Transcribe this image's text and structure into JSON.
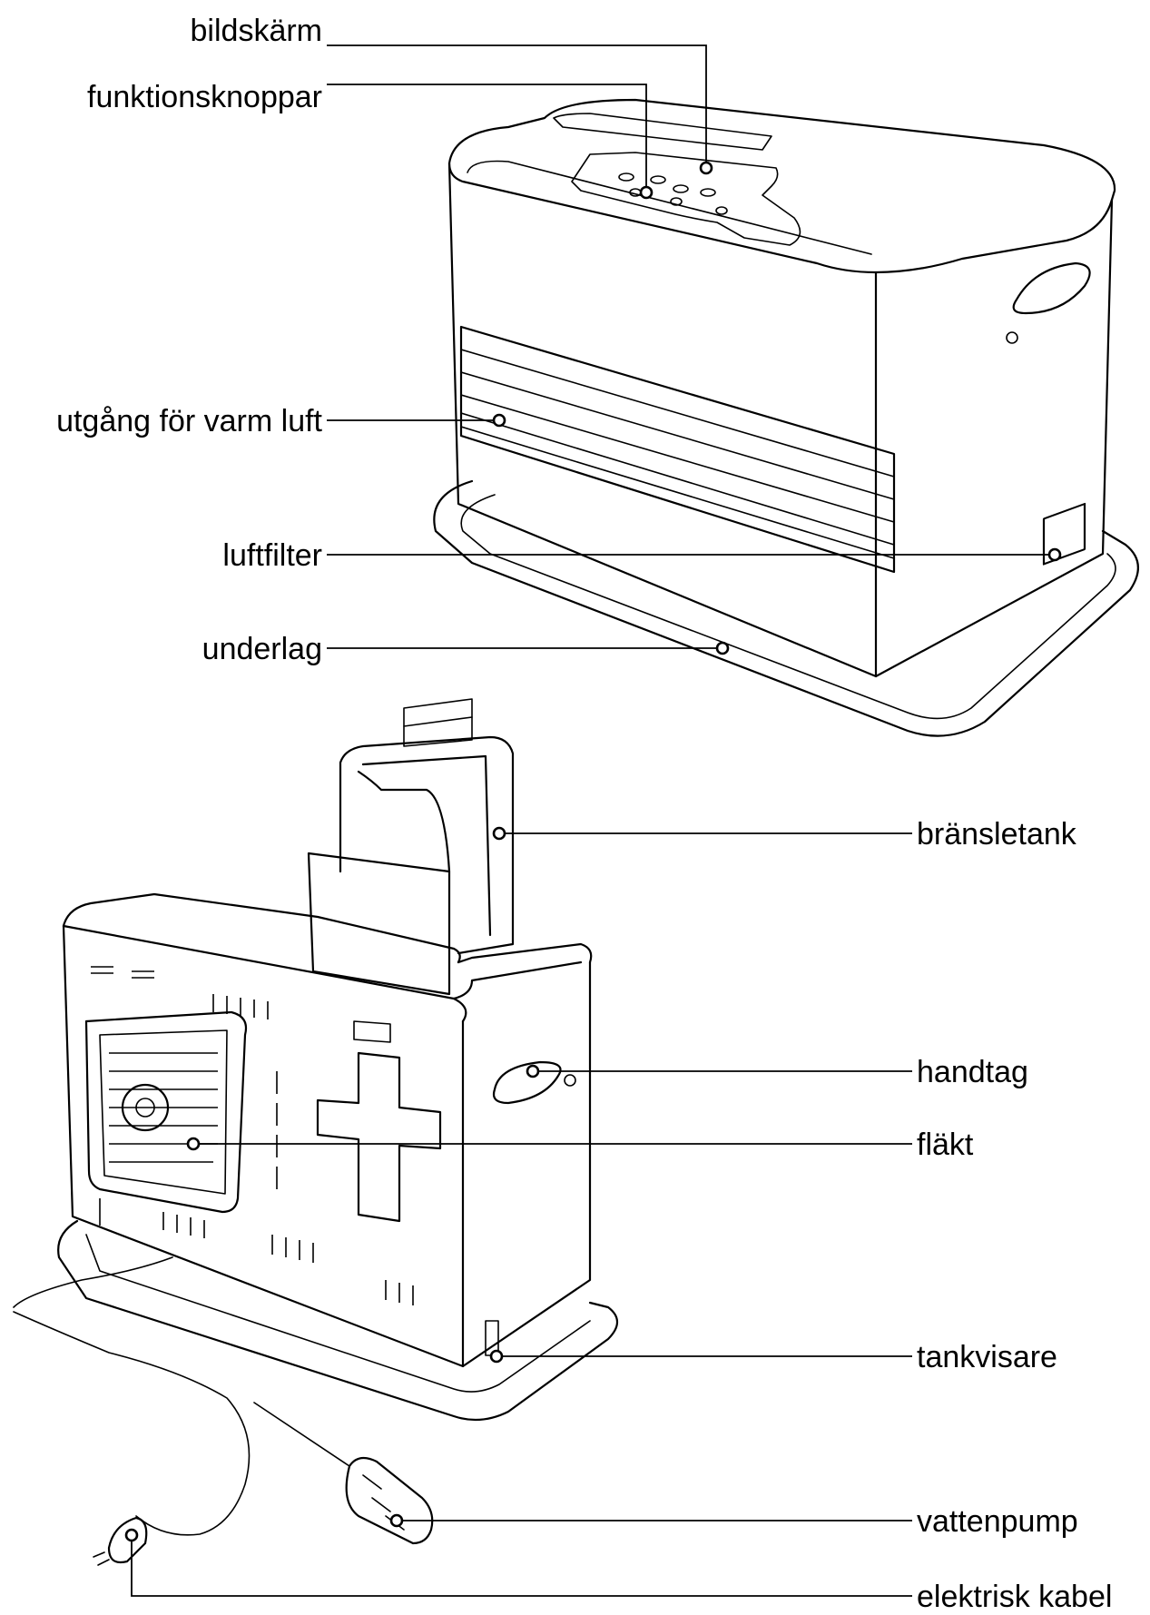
{
  "labels": {
    "bildskarm": "bildskärm",
    "funktionsknoppar": "funktionsknoppar",
    "utgang": "utgång för varm luft",
    "luftfilter": "luftfilter",
    "underlag": "underlag",
    "bransletank": "bränsletank",
    "handtag": "handtag",
    "flakt": "fläkt",
    "tankvisare": "tankvisare",
    "vattenpump": "vattenpump",
    "kabel": "elektrisk kabel"
  }
}
